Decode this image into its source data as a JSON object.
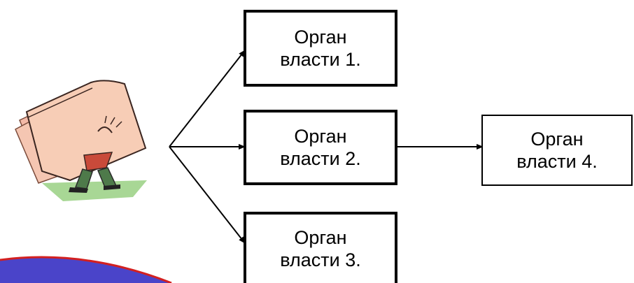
{
  "diagram": {
    "source_icon": "person-carrying-folders-clipart",
    "nodes": [
      {
        "id": "n1",
        "label": "Орган\nвласти 1."
      },
      {
        "id": "n2",
        "label": "Орган\nвласти 2."
      },
      {
        "id": "n3",
        "label": "Орган\nвласти 3."
      },
      {
        "id": "n4",
        "label": "Орган\nвласти 4."
      }
    ],
    "edges": [
      {
        "from": "source",
        "to": "n1"
      },
      {
        "from": "source",
        "to": "n2"
      },
      {
        "from": "source",
        "to": "n3"
      },
      {
        "from": "n2",
        "to": "n4"
      }
    ]
  },
  "colors": {
    "box_border": "#000000",
    "folder_fill": "#f7cdb6",
    "ground": "#9fd38a",
    "decor_red": "#d32020",
    "decor_blue": "#4a44c9"
  }
}
